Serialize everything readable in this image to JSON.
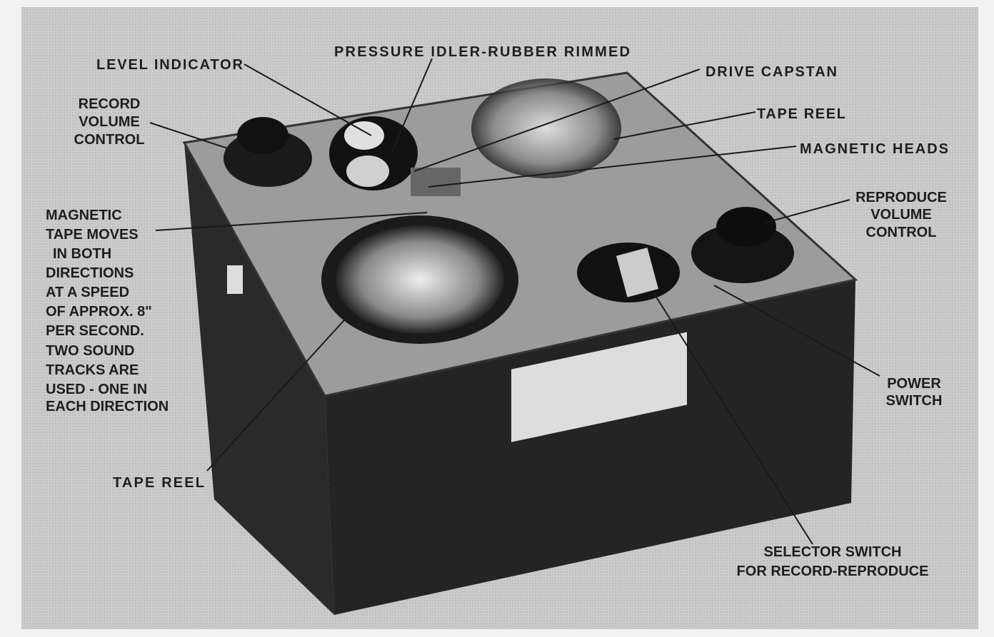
{
  "labels": {
    "level_indicator": "LEVEL INDICATOR",
    "pressure_idler": "PRESSURE IDLER-RUBBER RIMMED",
    "drive_capstan": "DRIVE CAPSTAN",
    "tape_reel_top": "TAPE REEL",
    "magnetic_heads": "MAGNETIC HEADS",
    "record_volume": [
      "RECORD",
      "VOLUME",
      "CONTROL"
    ],
    "tape_note": [
      "MAGNETIC",
      "TAPE MOVES",
      "IN BOTH",
      "DIRECTIONS",
      "AT A SPEED",
      "OF APPROX. 8\"",
      "PER SECOND.",
      "TWO SOUND",
      "TRACKS ARE",
      "USED - ONE IN",
      "EACH DIRECTION"
    ],
    "reproduce_volume": [
      "REPRODUCE",
      "VOLUME",
      "CONTROL"
    ],
    "power_switch": [
      "POWER",
      "SWITCH"
    ],
    "selector_switch": [
      "SELECTOR SWITCH",
      "FOR RECORD-REPRODUCE"
    ],
    "tape_reel_bottom": "TAPE REEL"
  }
}
